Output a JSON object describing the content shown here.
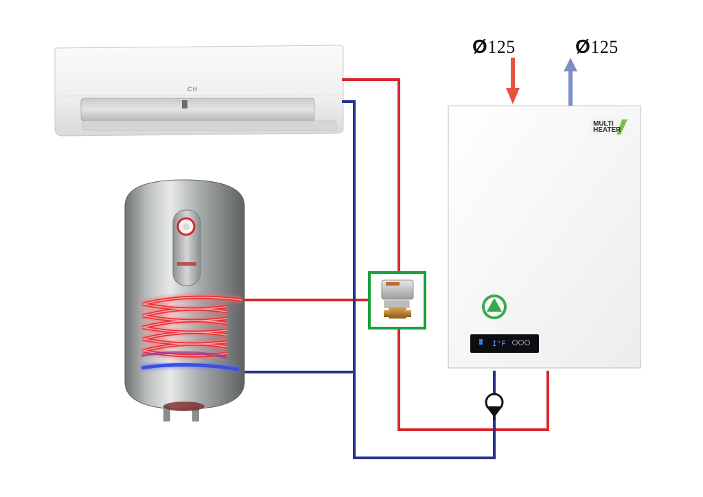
{
  "flue_connections": {
    "inlet": {
      "symbol": "Ø",
      "value": "125"
    },
    "outlet": {
      "symbol": "Ø",
      "value": "125"
    }
  },
  "air_conditioner": {
    "brand": "CH"
  },
  "boiler": {
    "brand_line1": "MULTI",
    "brand_line2": "HEATER"
  },
  "colors": {
    "hot_pipe": "#d7262e",
    "cold_pipe": "#27338f",
    "valve_frame": "#1e9e3e",
    "pump_symbol": "#3aa84a",
    "flue_in_arrow": "#e5533f",
    "flue_out_arrow": "#7d8fc8"
  },
  "icons": [
    "three-way-valve-icon",
    "circulation-pump-icon",
    "check-valve-icon"
  ]
}
